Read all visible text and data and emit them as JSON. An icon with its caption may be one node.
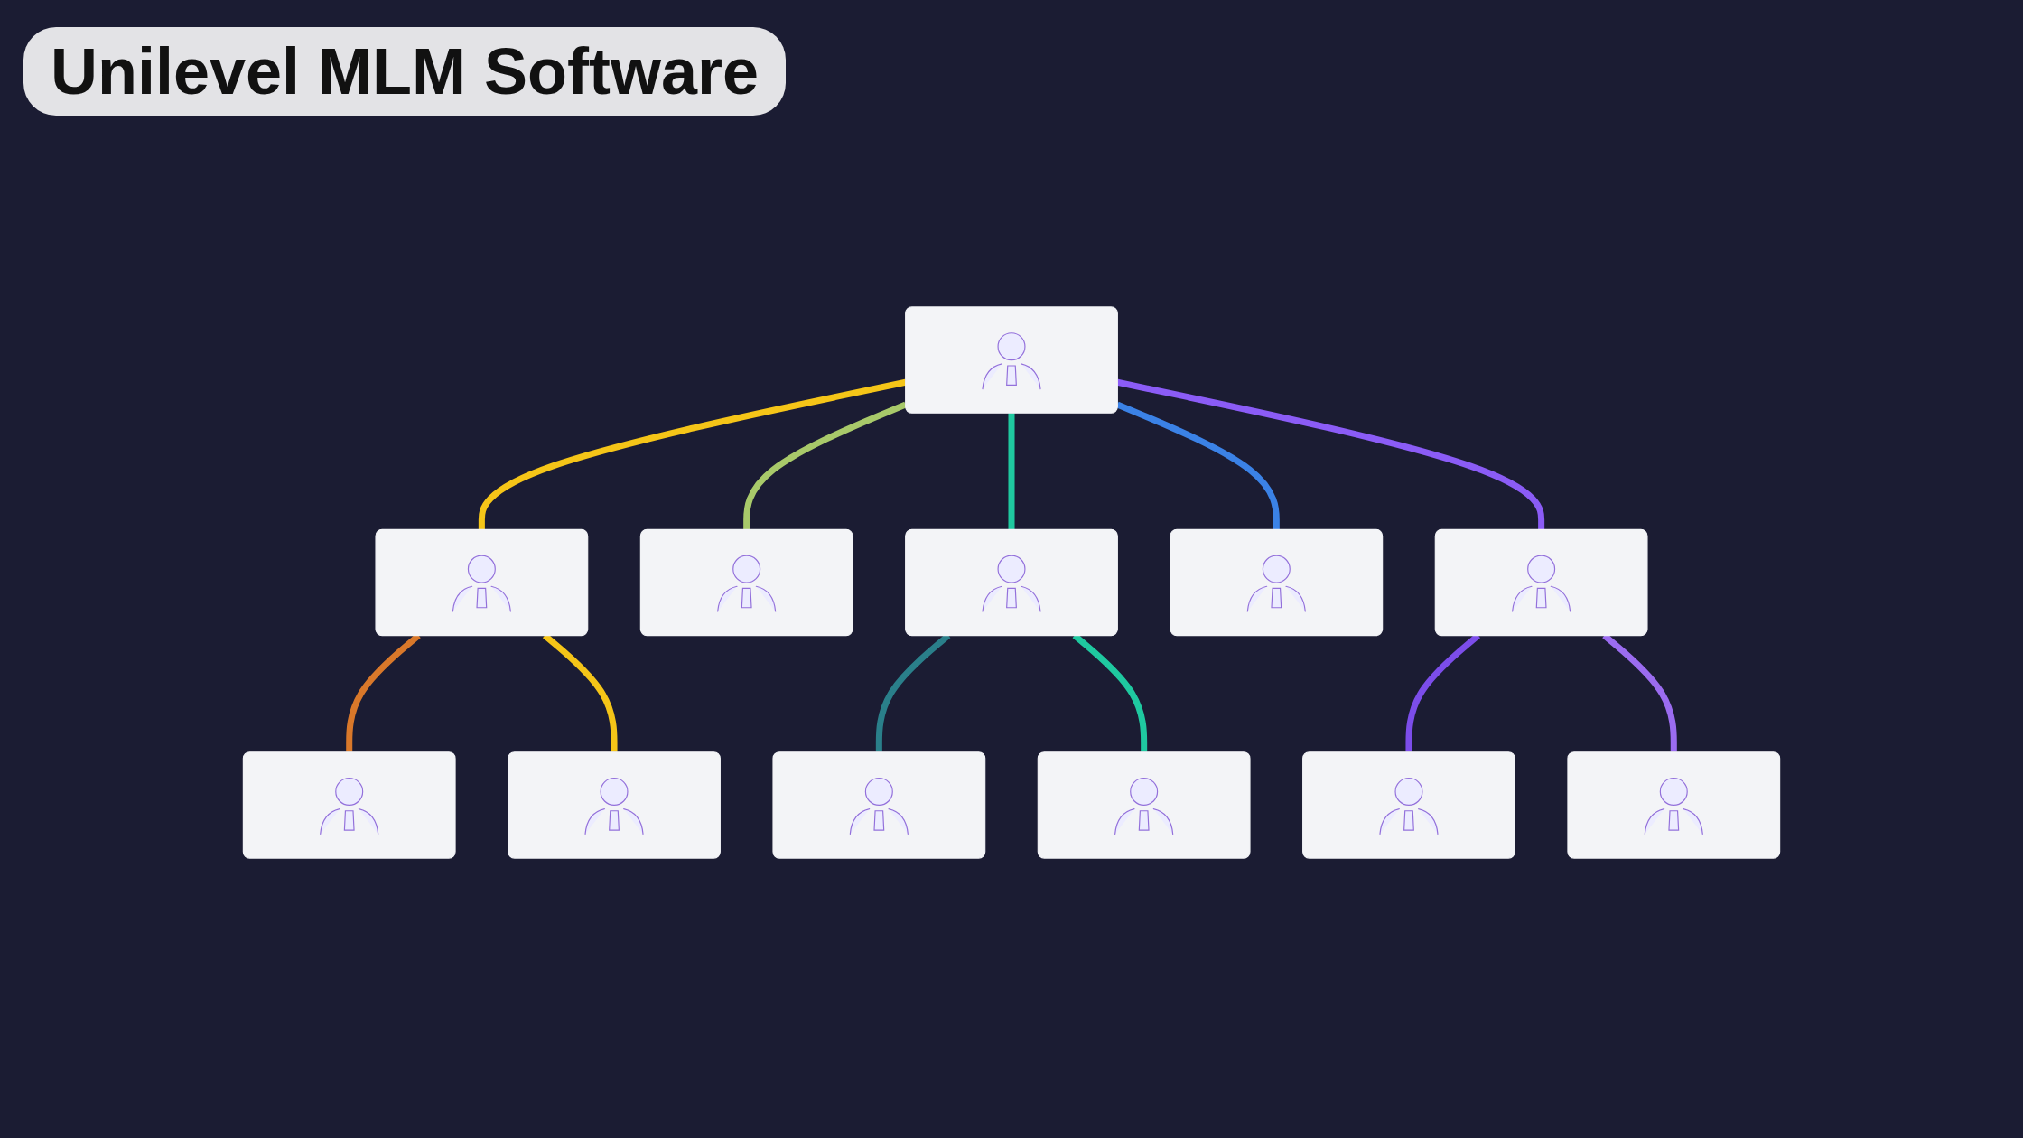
{
  "diagram": {
    "title": "Unilevel MLM Software",
    "nodes": [
      {
        "text": [],
        "shape": "person"
      },
      {
        "text": [],
        "shape": "person"
      },
      {
        "text": [],
        "shape": "person"
      },
      {
        "text": [],
        "shape": "person"
      },
      {
        "text": [],
        "shape": "person"
      },
      {
        "text": [],
        "shape": "person"
      },
      {
        "text": [],
        "shape": "person"
      },
      {
        "text": [],
        "shape": "person"
      },
      {
        "text": [],
        "shape": "person"
      },
      {
        "text": [],
        "shape": "person"
      },
      {
        "text": [],
        "shape": "person"
      },
      {
        "text": [],
        "shape": "person"
      }
    ],
    "edges": [
      {
        "from": 0,
        "to": 1,
        "arrow": "none",
        "color": "#f5c518"
      },
      {
        "from": 0,
        "to": 2,
        "arrow": "none",
        "color": "#a8c96a"
      },
      {
        "from": 0,
        "to": 3,
        "arrow": "none",
        "color": "#1fc9a0"
      },
      {
        "from": 0,
        "to": 4,
        "arrow": "none",
        "color": "#3b82e6"
      },
      {
        "from": 0,
        "to": 5,
        "arrow": "none",
        "color": "#8b5cf6"
      },
      {
        "from": 1,
        "to": 6,
        "arrow": "none",
        "color": "#d9782a"
      },
      {
        "from": 1,
        "to": 7,
        "arrow": "none",
        "color": "#f5c518"
      },
      {
        "from": 3,
        "to": 8,
        "arrow": "none",
        "color": "#2a7f8a"
      },
      {
        "from": 3,
        "to": 9,
        "arrow": "none",
        "color": "#1fc9a0"
      },
      {
        "from": 5,
        "to": 10,
        "arrow": "none",
        "color": "#7c4dea"
      },
      {
        "from": 5,
        "to": 11,
        "arrow": "none",
        "color": "#9b6cf0"
      }
    ]
  }
}
